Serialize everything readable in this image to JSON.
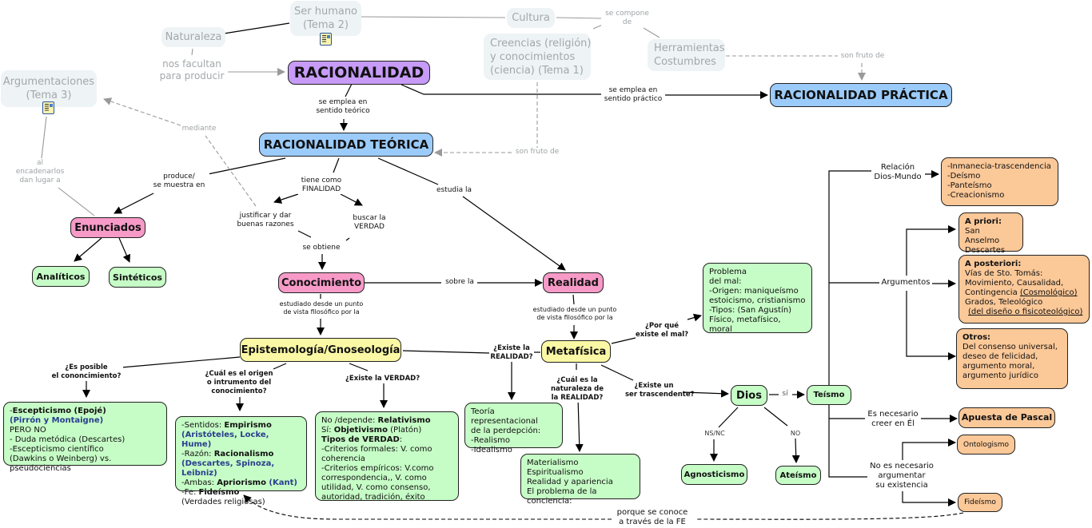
{
  "nodes": {
    "ser_humano": [
      "Ser humano",
      "(Tema 2)"
    ],
    "naturaleza": "Naturaleza",
    "cultura": "Cultura",
    "creencias": [
      "Creencias (religión)",
      "y conocimientos",
      "(ciencia) (Tema 1)"
    ],
    "herramientas": [
      "Herramientas",
      "Costumbres"
    ],
    "argumentaciones": [
      "Argumentaciones",
      "(Tema 3)"
    ],
    "racionalidad": "RACIONALIDAD",
    "racionalidad_practica": "RACIONALIDAD PRÁCTICA",
    "racionalidad_teorica": "RACIONALIDAD TEÓRICA",
    "enunciados": "Enunciados",
    "analiticos": "Analíticos",
    "sinteticos": "Sintéticos",
    "conocimiento": "Conocimiento",
    "realidad": "Realidad",
    "epistemologia": "Epistemología/Gnoseología",
    "metafisica": "Metafísica",
    "dios": "Dios",
    "teismo": "Teísmo",
    "agnosticismo": "Agnosticismo",
    "ateismo": "Ateísmo",
    "apuesta_pascal": "Apuesta de Pascal",
    "ontologismo": "Ontologismo",
    "fideismo": "Fideísmo"
  },
  "boxes": {
    "escepticismo": {
      "l1_prefix": "-",
      "l1_bold": "Escepticismo (Epojé)",
      "l2_blue": " (Pirrón y Montaigne)",
      "l3": "PERO NO",
      "l4": "- Duda metódica (Descartes)",
      "l5": "-Escepticismo científico",
      "l6": "(Dawkins o Weinberg) vs. pseudociencias"
    },
    "origen": {
      "l1_prefix": "-Sentidos: ",
      "l1_bold": "Empirismo",
      "l2_blue": "(Aristóteles, Locke, Hume)",
      "l3_prefix": "-Razón: ",
      "l3_bold": "Racionalismo",
      "l4_blue": "(Descartes, Spinoza, Leibniz)",
      "l5_prefix": "-Ambas: ",
      "l5_bold": "Apriorismo",
      "l5_blue": " (Kant)",
      "l6_prefix": "-Fe: ",
      "l6_bold": "Fideísmo",
      "l7": "(Verdades religiosas)"
    },
    "verdad": {
      "l1_prefix": "No /depende: ",
      "l1_bold": "Relativismo",
      "l2_prefix": "Sí: ",
      "l2_bold": "Objetivismo",
      "l2_suffix": " (Platón)",
      "l3_bold": "Tipos de VERDAD",
      "l3_suffix": ":",
      "l4": "-Criterios formales: V. como coherencia",
      "l5": "-Criterios empíricos: V.como correspondencia,, V. como utilidad, V. como consenso, autoridad, tradición, éxito"
    },
    "teoria": [
      "Teoría representacional",
      "de la perdepción:",
      "-Realismo",
      "-Idealismo"
    ],
    "materialismo": [
      "Materialismo",
      "Espiritualismo",
      "Realidad y apariencia",
      "El problema de la conciencia:"
    ],
    "mal": [
      "Problema",
      "del mal:",
      "-Origen: maniqueísmo",
      "estoicismo, cristianismo",
      "-Tipos: (San Agustín)",
      "Físico, metafísico, moral"
    ],
    "relacion": [
      "-Inmanecia-trascendencia",
      "-Deísmo",
      "-Panteísmo",
      "-Creacionismo"
    ],
    "apriori": {
      "title": "A priori:",
      "lines": [
        "San Anselmo",
        "Descartes"
      ]
    },
    "aposteriori": {
      "title": "A posteriori:",
      "l1": "Vías de Sto. Tomás:",
      "l2": "Movimiento, Causalidad,",
      "l3_prefix": "Contingencia ",
      "l3_u": "(Cosmológico)",
      "l4": "Grados, Teleológico",
      "l5_u": "(del diseño o fisicoteológico)"
    },
    "otros": {
      "title": "Otros:",
      "lines": [
        "Del consenso universal,",
        "deseo de felicidad,",
        "argumento moral,",
        "argumento jurídico"
      ]
    }
  },
  "links": {
    "nos_facultan": [
      "nos facultan",
      "para producir"
    ],
    "se_compone": [
      "se compone",
      "de"
    ],
    "son_fruto_1": "son fruto de",
    "son_fruto_2": "son fruto de",
    "mediante": "mediante",
    "al_encadenarlos": [
      "al",
      "encadenarlos",
      "dan lugar a"
    ],
    "sentido_teorico": [
      "se emplea en",
      "sentido teórico"
    ],
    "sentido_practico": [
      "se emplea en",
      "sentido práctico"
    ],
    "produce": [
      "produce/",
      "se muestra en"
    ],
    "tiene_como": [
      "tiene como",
      "FINALIDAD"
    ],
    "justificar": [
      "justificar y dar",
      "buenas razones"
    ],
    "buscar": [
      "buscar la",
      "VERDAD"
    ],
    "se_obtiene": "se obtiene",
    "estudia_la": "estudia la",
    "sobre_la": "sobre la",
    "estudiado_1": [
      "estudiado desde un punto",
      "de vista filosófico por la"
    ],
    "estudiado_2": [
      "estudiado desde un punto",
      "de vista filosófico por la"
    ],
    "es_posible": [
      "¿Es posible",
      "el cononcimiento?"
    ],
    "cual_origen": [
      "¿Cuál es el origen",
      "o intrumento del",
      "conocimiento?"
    ],
    "existe_verdad": "¿Existe la VERDAD?",
    "existe_realidad": [
      "¿Existe la",
      "REALIDAD?"
    ],
    "naturaleza_realidad": [
      "¿Cuál es la",
      "naturaleza de",
      "la REALIDAD?"
    ],
    "por_que_mal": [
      "¿Por qué",
      "existe el mal?"
    ],
    "ser_trascendente": [
      "¿Existe un",
      "ser trascendente?"
    ],
    "si": "sí",
    "ns_nc": "NS/NC",
    "no": "NO",
    "relacion_dios_mundo": [
      "Relación",
      "Dios-Mundo"
    ],
    "argumentos": "Argumentos",
    "es_necesario": [
      "Es necesario",
      "creer en Él"
    ],
    "no_es_necesario": [
      "No es necesario",
      "argumentar",
      "su existencia"
    ],
    "porque_fe": [
      "porque se conoce",
      "a través de la FE"
    ]
  },
  "colors": {
    "purple": "#c79bf7",
    "blue": "#9bcbfa",
    "pink": "#f79ac8",
    "yellow": "#fbf8a5",
    "green": "#c6fcc6",
    "orange": "#fbc898",
    "faded": "#eef3f5"
  }
}
